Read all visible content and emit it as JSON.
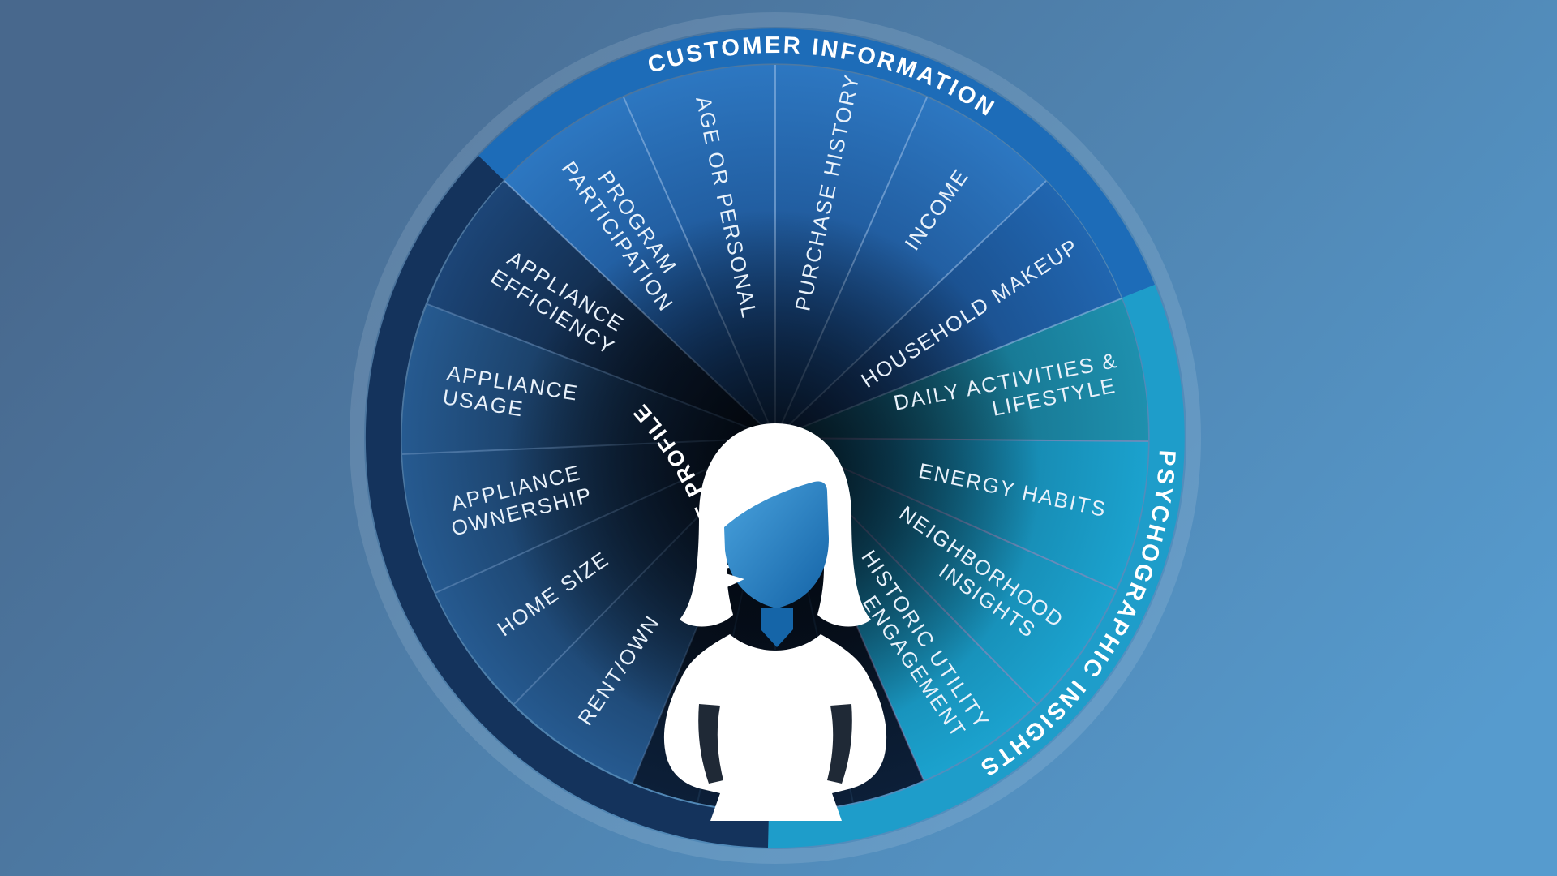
{
  "scene": {
    "background_left": "#48688d",
    "background_right": "#569bce",
    "palette": {
      "customer_blue": "#2d76c0",
      "psychographic_cyan": "#1ba2ce",
      "home_navy": "#265a90",
      "core_shadow": "#04090f",
      "face_blue_light": "#4aa3de",
      "face_blue_dark": "#1463a6",
      "divider_blue": "#9cc0e8",
      "divider_purple": "#9a86b8",
      "divider_navy": "#6e93c0"
    }
  },
  "wheel": {
    "rings": [
      {
        "label": "CUSTOMER INFORMATION",
        "color": "#1d6cb8"
      },
      {
        "label": "PSYCHOGRAPHIC INSIGHTS",
        "color": "#1e9dca"
      },
      {
        "label": "HOME PROFILE",
        "color": "#14335c"
      }
    ],
    "segments": [
      {
        "group": "CUSTOMER INFORMATION",
        "lines": [
          "PROGRAM",
          "PARTICIPATION"
        ]
      },
      {
        "group": "CUSTOMER INFORMATION",
        "lines": [
          "AGE OR PERSONAL"
        ]
      },
      {
        "group": "CUSTOMER INFORMATION",
        "lines": [
          "PURCHASE HISTORY"
        ]
      },
      {
        "group": "CUSTOMER INFORMATION",
        "lines": [
          "INCOME"
        ]
      },
      {
        "group": "CUSTOMER INFORMATION",
        "lines": [
          "HOUSEHOLD MAKEUP"
        ]
      },
      {
        "group": "PSYCHOGRAPHIC INSIGHTS",
        "lines": [
          "DAILY ACTIVITIES &",
          "LIFESTYLE"
        ]
      },
      {
        "group": "PSYCHOGRAPHIC INSIGHTS",
        "lines": [
          "ENERGY HABITS"
        ]
      },
      {
        "group": "PSYCHOGRAPHIC INSIGHTS",
        "lines": [
          "NEIGHBORHOOD",
          "INSIGHTS"
        ]
      },
      {
        "group": "PSYCHOGRAPHIC INSIGHTS",
        "lines": [
          "HISTORIC UTILITY",
          "ENGAGEMENT"
        ]
      },
      {
        "group": "HOME PROFILE",
        "lines": [
          "RENT/OWN"
        ]
      },
      {
        "group": "HOME PROFILE",
        "lines": [
          "HOME SIZE"
        ]
      },
      {
        "group": "HOME PROFILE",
        "lines": [
          "APPLIANCE",
          "OWNERSHIP"
        ]
      },
      {
        "group": "HOME PROFILE",
        "lines": [
          "APPLIANCE",
          "USAGE"
        ]
      },
      {
        "group": "HOME PROFILE",
        "lines": [
          "APPLIANCE",
          "EFFICIENCY"
        ]
      }
    ],
    "icons": {
      "center_figure": "woman-silhouette"
    }
  }
}
